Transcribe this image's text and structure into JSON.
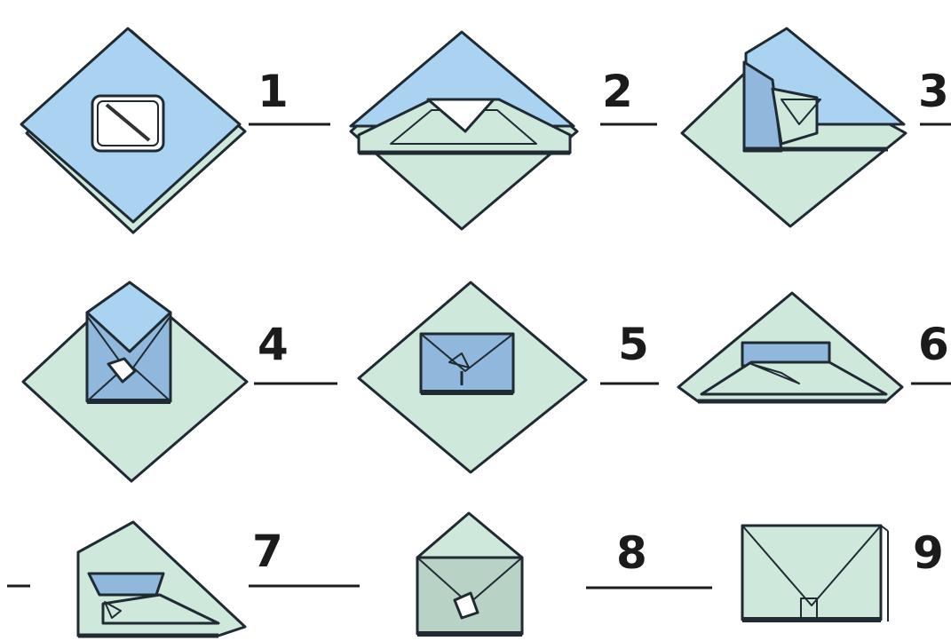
{
  "colors": {
    "blue": "#a9d3f0",
    "blue_dark": "#8fb8dc",
    "green": "#cfe8dc",
    "green_dark": "#b9d2c6",
    "ink": "#1f2a33",
    "paper_white": "#ffffff"
  },
  "steps": [
    {
      "number": "1"
    },
    {
      "number": "2"
    },
    {
      "number": "3"
    },
    {
      "number": "4"
    },
    {
      "number": "5"
    },
    {
      "number": "6"
    },
    {
      "number": "7"
    },
    {
      "number": "8"
    },
    {
      "number": "9"
    }
  ]
}
